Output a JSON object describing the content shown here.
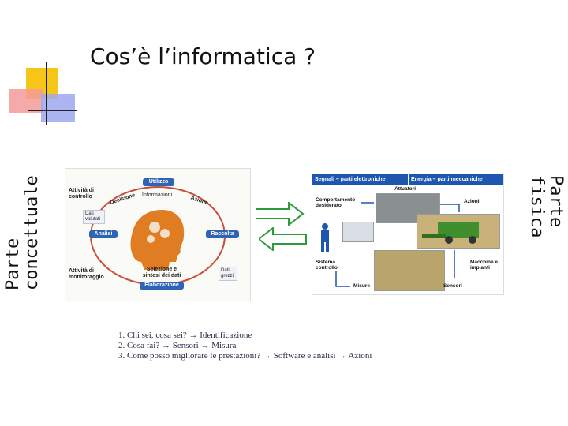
{
  "title": "Cos’è l’informatica ?",
  "left_label": {
    "line1": "Parte",
    "line2": "concettuale"
  },
  "right_label": {
    "line1": "Parte",
    "line2": "fisica"
  },
  "brain_diagram": {
    "utilizzo": "Utilizzo",
    "informazioni": "Informazioni",
    "decisione": "Decisione",
    "azione": "Azione",
    "attivita_controllo": "Attività di controllo",
    "dati_valutati": "Dati valutati",
    "analisi": "Analisi",
    "raccolta": "Raccolta",
    "attivita_monitoraggio": "Attività di monitoraggio",
    "selezione": "Selezione e sintesi dei dati",
    "dati_grezzi": "Dati grezzi",
    "elaborazione": "Elaborazione"
  },
  "system_diagram": {
    "segnali": "Segnali – parti elettroniche",
    "energia": "Energia – parti meccaniche",
    "comportamento": "Comportamento desiderato",
    "attuatori": "Attuatori",
    "azioni": "Azioni",
    "sistema_controllo": "Sistema controllo",
    "macchine": "Macchine e impianti",
    "misure": "Misure",
    "sensori": "Sensori"
  },
  "list": [
    "1. Chi sei, cosa sei? → Identificazione",
    "2. Cosa fai? → Sensori → Misura",
    "3. Come posso migliorare le prestazioni? → Software e analisi → Azioni"
  ],
  "colors": {
    "accent_blue": "#2f63b6",
    "header_blue": "#1e57b0",
    "arrow_green": "#2e9a3a",
    "logo_yellow": "#f5c517"
  }
}
